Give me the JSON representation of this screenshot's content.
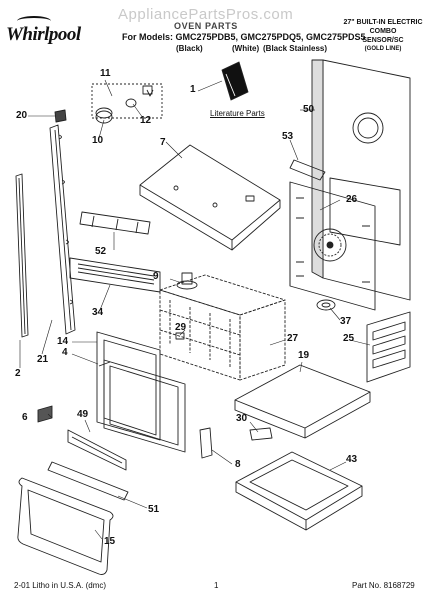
{
  "watermark": "AppliancePartsPros.com",
  "brand": "Whirlpool",
  "header": {
    "title": "OVEN PARTS",
    "models": "For Models: GMC275PDB5, GMC275PDQ5, GMC275PDS5",
    "finishes": [
      "(Black)",
      "(White)",
      "(Black Stainless)"
    ],
    "right": [
      "27\" BUILT-IN ELECTRIC",
      "COMBO",
      "SENSOR/SC",
      "(GOLD LINE)"
    ]
  },
  "literature": "Literature Parts",
  "callouts": [
    "1",
    "2",
    "4",
    "6",
    "7",
    "8",
    "9",
    "10",
    "11",
    "12",
    "14",
    "15",
    "19",
    "20",
    "21",
    "25",
    "26",
    "27",
    "29",
    "30",
    "34",
    "37",
    "43",
    "49",
    "50",
    "51",
    "52",
    "53"
  ],
  "footer": {
    "left": "2-01 Litho in U.S.A. (dmc)",
    "page": "1",
    "part": "Part No. 8168729"
  }
}
